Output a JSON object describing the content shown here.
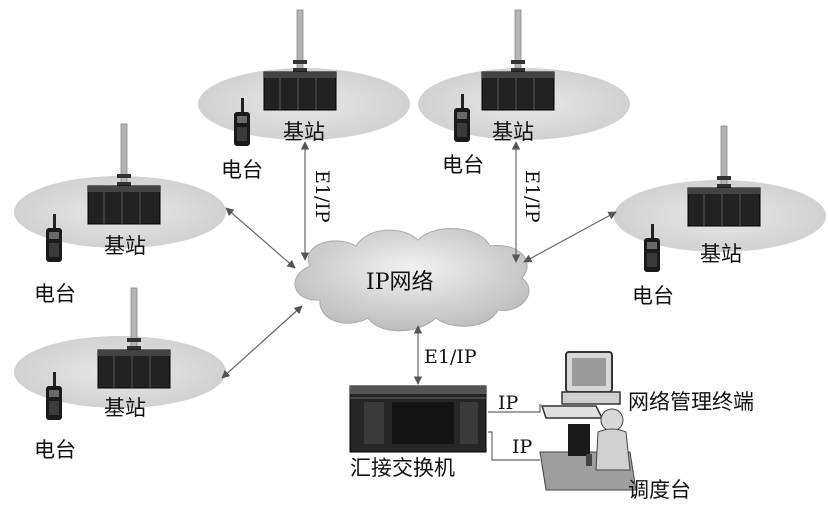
{
  "labels": {
    "base_station": "基站",
    "radio": "电台",
    "cloud": "IP网络",
    "e1ip": "E1/IP",
    "ip": "IP",
    "switch": "汇接交换机",
    "nms": "网络管理终端",
    "dispatcher": "调度台"
  },
  "colors": {
    "ellipse_fill": "#dcdcdc",
    "cloud_fill": "#d6d6d6",
    "equipment": "#1e1e1e",
    "antenna": "#b0b0b0",
    "link": "#666666"
  }
}
